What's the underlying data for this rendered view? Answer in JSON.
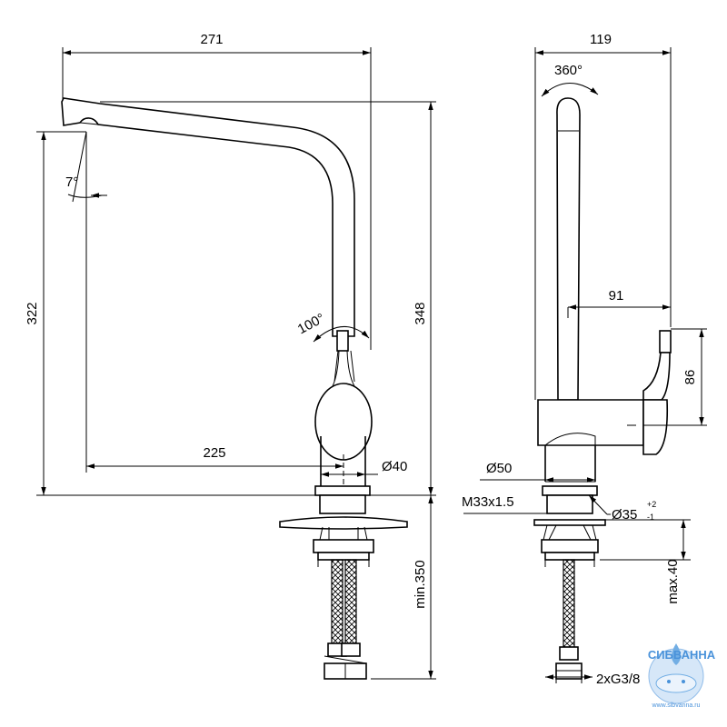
{
  "front_view": {
    "width_label": "271",
    "height_label": "322",
    "total_height_label": "348",
    "angle_label": "7°",
    "lever_angle_label": "100°",
    "reach_label": "225",
    "base_diameter_label": "Ø40",
    "hose_length_label": "min.350"
  },
  "side_view": {
    "depth_label": "119",
    "rotation_label": "360°",
    "lever_offset_label": "91",
    "lever_height_label": "86",
    "body_diameter_label": "Ø50",
    "thread_label": "M33x1.5",
    "hole_diameter_label": "Ø35",
    "tol_plus": "+2",
    "tol_minus": "-1",
    "max_thickness_label": "max.40",
    "connection_label": "2xG3/8"
  },
  "watermark": {
    "brand": "СИБВАННА",
    "url": "www.sibvanna.ru",
    "color": "#2a7fd4"
  }
}
